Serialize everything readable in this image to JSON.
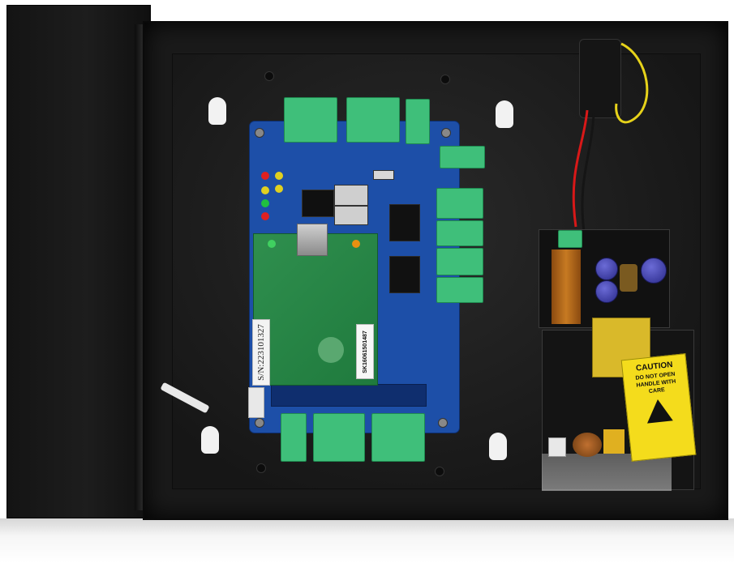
{
  "board": {
    "serial_label": "S/N:223101327",
    "sku_label": "SK16061501487"
  },
  "caution_label": {
    "title": "CAUTION",
    "body": "DO NOT OPEN HANDLE WITH CARE"
  },
  "icons": [
    "mounting-hole-icon",
    "warning-triangle-icon"
  ],
  "colors": {
    "enclosure": "#1a1a1a",
    "board_blue": "#1d4fa8",
    "module_green": "#2f8f4e",
    "terminal_green": "#3fbf7a",
    "caution_yellow": "#f4dc1c",
    "wire_red": "#d81818",
    "wire_yellow": "#e6d21a"
  }
}
